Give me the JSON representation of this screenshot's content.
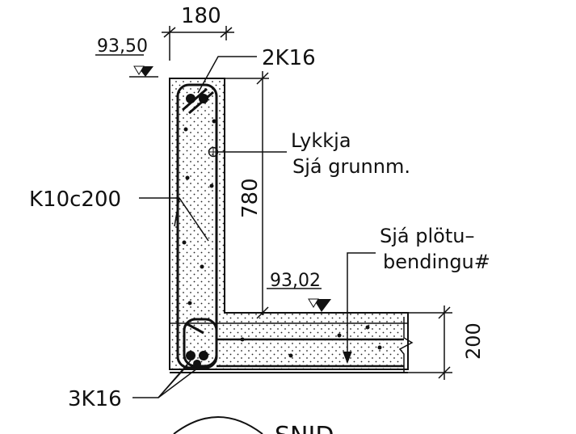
{
  "drawing": {
    "dims": {
      "wall_width": "180",
      "wall_height": "780",
      "slab_thickness": "200"
    },
    "levels": {
      "top_of_wall": "93,50",
      "top_of_slab": "93,02"
    },
    "rebar": {
      "top_bars": "2K16",
      "stirrups": "K10c200",
      "bottom_bars": "3K16"
    },
    "notes": {
      "duct_line1": "Lykkja",
      "duct_line2": "Sjá grunnm.",
      "slab_ref_line1": "Sjá plötu–",
      "slab_ref_line2": "bendingu#"
    },
    "section_marker": {
      "partial_text": "SNID"
    }
  }
}
